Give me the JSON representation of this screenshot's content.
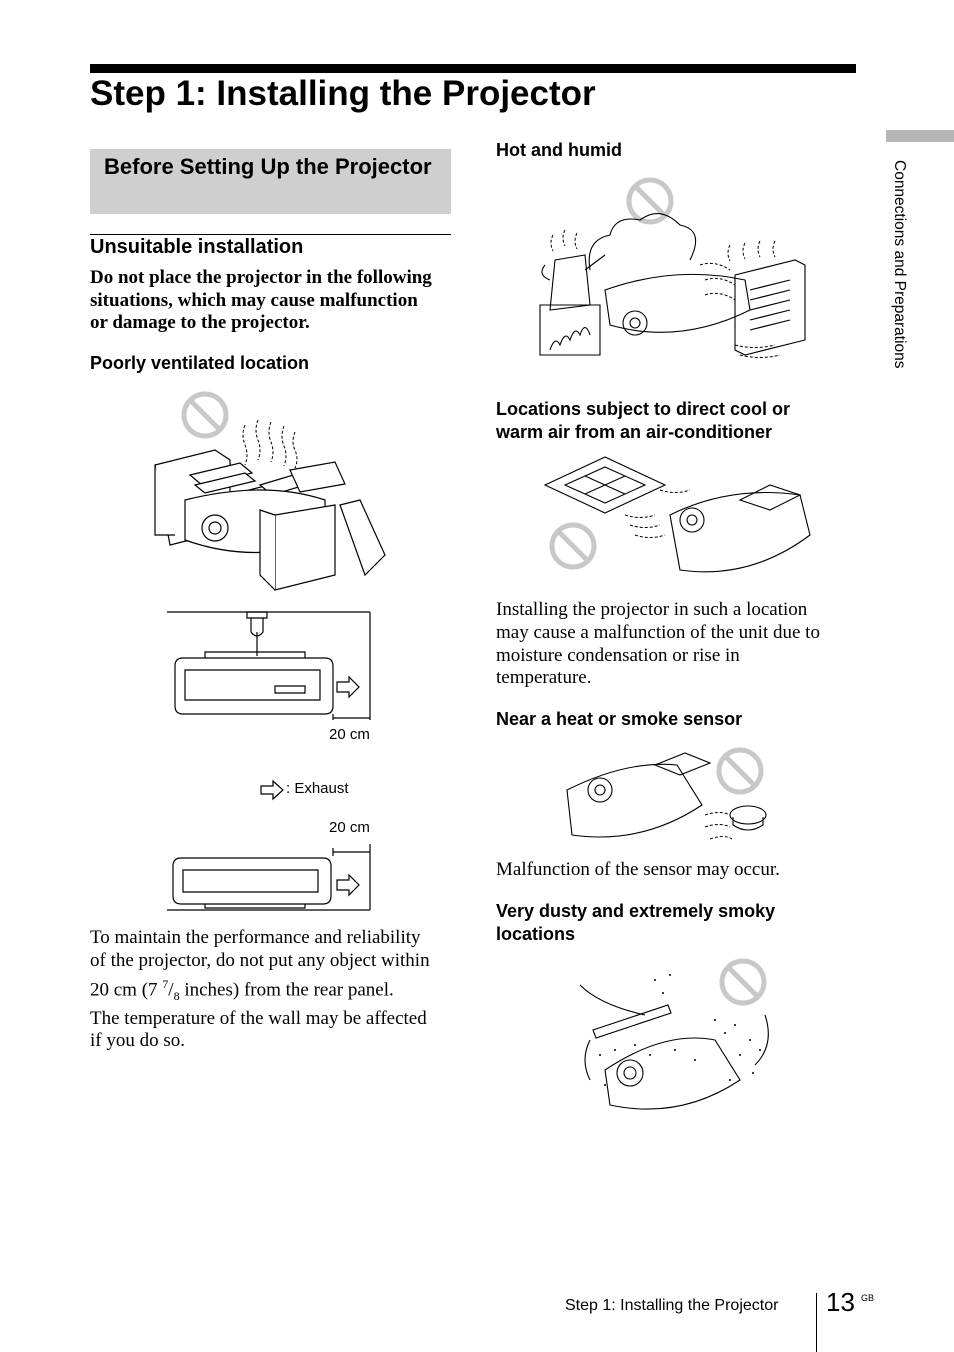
{
  "page": {
    "title": "Step 1: Installing the Projector",
    "side_tab_label": "Connections and Preparations",
    "footer_text": "Step 1: Installing the Projector",
    "page_number": "13",
    "page_suffix": "GB"
  },
  "left": {
    "section_title": "Before Setting Up the Projector",
    "subheading": "Unsuitable installation",
    "warning_lines": [
      "Do not place the projector in the following",
      "situations, which may cause malfunction",
      "or damage to the projector."
    ],
    "poorly_ventilated": "Poorly ventilated location",
    "dim_label_1": "20 cm",
    "exhaust_label": ": Exhaust",
    "dim_label_2": "20 cm",
    "body_lines": [
      "To maintain the performance and reliability",
      "of the projector, do not put any object within",
      "inches) from the rear panel.",
      "The temperature of the wall may be affected",
      "if you do so."
    ],
    "body_prefix": "20 cm (7 ",
    "body_frac_num": "7",
    "body_frac_slash": "/",
    "body_frac_den": "8"
  },
  "right": {
    "hot_humid": "Hot and humid",
    "air_conditioner_lines": [
      "Locations subject to direct cool or",
      "warm air from an air-conditioner"
    ],
    "condensation_lines": [
      "Installing the projector in such a location",
      "may cause a malfunction of the unit due to",
      "moisture condensation or rise in",
      "temperature."
    ],
    "heat_sensor": "Near a heat or smoke sensor",
    "sensor_note": "Malfunction of the sensor may occur.",
    "dusty_lines": [
      "Very dusty and extremely smoky",
      "locations"
    ]
  }
}
